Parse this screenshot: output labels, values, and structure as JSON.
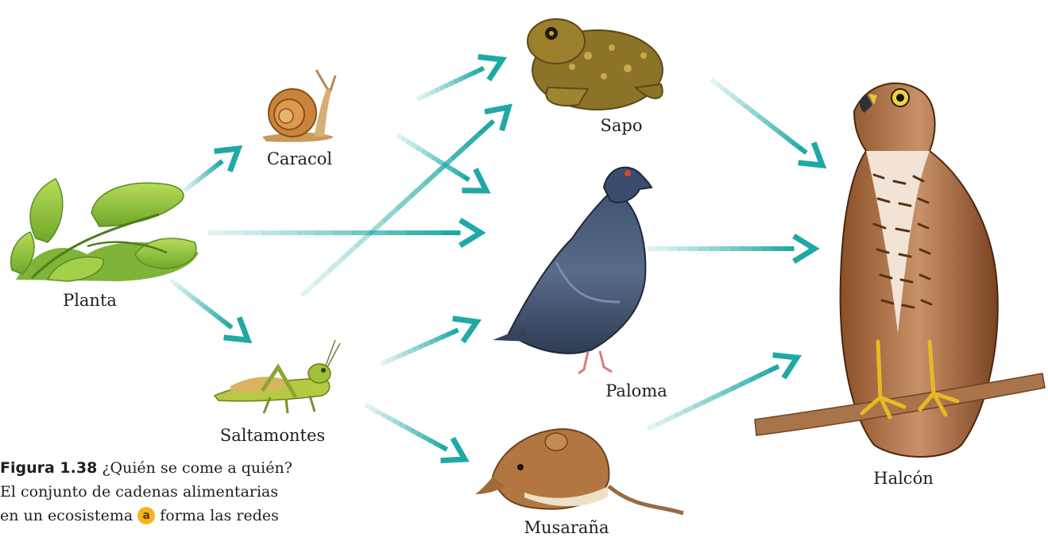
{
  "organisms": {
    "planta": "Planta",
    "caracol": "Caracol",
    "saltamontes": "Saltamontes",
    "sapo": "Sapo",
    "paloma": "Paloma",
    "musarana": "Musaraña",
    "halcon": "Halcón"
  },
  "caption": {
    "figure_label": "Figura 1.38",
    "line1": "¿Quién se come a quién?",
    "line2": "El conjunto de cadenas alimentarias",
    "line3_before": "en un ecosistema",
    "marker_a": "a",
    "line3_after": "forma las redes"
  },
  "relations": [
    {
      "from": "Planta",
      "to": "Caracol"
    },
    {
      "from": "Planta",
      "to": "Saltamontes"
    },
    {
      "from": "Planta",
      "to": "Paloma"
    },
    {
      "from": "Caracol",
      "to": "Sapo"
    },
    {
      "from": "Caracol",
      "to": "Paloma"
    },
    {
      "from": "Saltamontes",
      "to": "Sapo"
    },
    {
      "from": "Saltamontes",
      "to": "Paloma"
    },
    {
      "from": "Saltamontes",
      "to": "Musaraña"
    },
    {
      "from": "Sapo",
      "to": "Halcón"
    },
    {
      "from": "Paloma",
      "to": "Halcón"
    },
    {
      "from": "Musaraña",
      "to": "Halcón"
    }
  ],
  "colors": {
    "arrow": "#1fa9a6",
    "marker": "#f4b51c"
  }
}
